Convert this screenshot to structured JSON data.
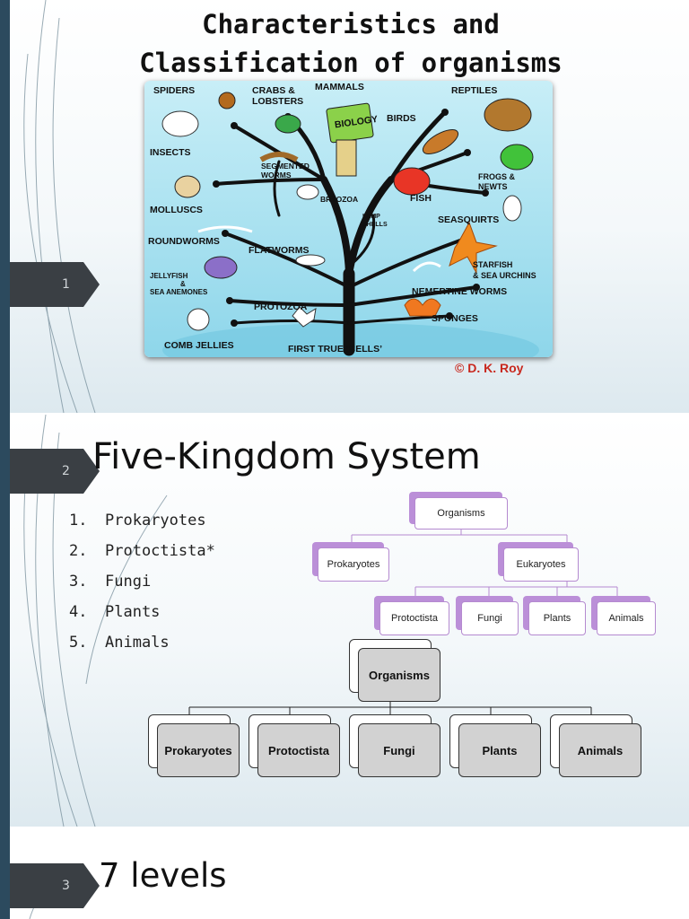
{
  "slides": [
    {
      "number": "1",
      "title_line1": "Characteristics and",
      "title_line2": "Classification of organisms",
      "copyright": "© D. K. Roy",
      "tree_labels": {
        "spiders": "SPIDERS",
        "crabs1": "CRABS &",
        "crabs2": "LOBSTERS",
        "mammals": "MAMMALS",
        "reptiles": "REPTILES",
        "biology": "BIOLOGY",
        "insects": "INSECTS",
        "birds": "BIRDS",
        "segmented1": "SEGMENTED",
        "segmented2": "WORMS",
        "frogs1": "FROGS &",
        "frogs2": "NEWTS",
        "molluscs": "MOLLUSCS",
        "bryozoa": "BRYOZOA",
        "fish": "FISH",
        "lamp1": "LAMP",
        "lamp2": "SHELLS",
        "seasquirts": "SEASQUIRTS",
        "roundworms": "ROUNDWORMS",
        "flatworms": "FLATWORMS",
        "starfish1": "STARFISH",
        "starfish2": "& SEA URCHINS",
        "jelly1": "JELLYFISH",
        "jelly2": "&",
        "jelly3": "SEA ANEMONES",
        "nemertine": "NEMERTINE WORMS",
        "protozoa": "PROTOZOA",
        "sponges": "SPONGES",
        "comb": "COMB JELLIES",
        "cells": "FIRST TRUE ‘CELLS’"
      }
    },
    {
      "number": "2",
      "title": "Five-Kingdom System",
      "list": [
        {
          "n": "1.",
          "text": "Prokaryotes"
        },
        {
          "n": "2.",
          "text": "Protoctista*"
        },
        {
          "n": "3.",
          "text": "Fungi"
        },
        {
          "n": "4.",
          "text": "Plants"
        },
        {
          "n": "5.",
          "text": "Animals"
        }
      ],
      "purple_chart": {
        "root": "Organisms",
        "level2": [
          "Prokaryotes",
          "Eukaryotes"
        ],
        "level3": [
          "Protoctista",
          "Fungi",
          "Plants",
          "Animals"
        ]
      },
      "gray_chart": {
        "root": "Organisms",
        "children": [
          "Prokaryotes",
          "Protoctista",
          "Fungi",
          "Plants",
          "Animals"
        ]
      }
    },
    {
      "number": "3",
      "title": "7 levels"
    }
  ],
  "colors": {
    "stripe": "#2c4a5e",
    "number_tab": "#3a3f44",
    "purple_accent": "#bb8fd8",
    "copyright_red": "#c8281e",
    "tree_bg": "#a6e1f0"
  }
}
